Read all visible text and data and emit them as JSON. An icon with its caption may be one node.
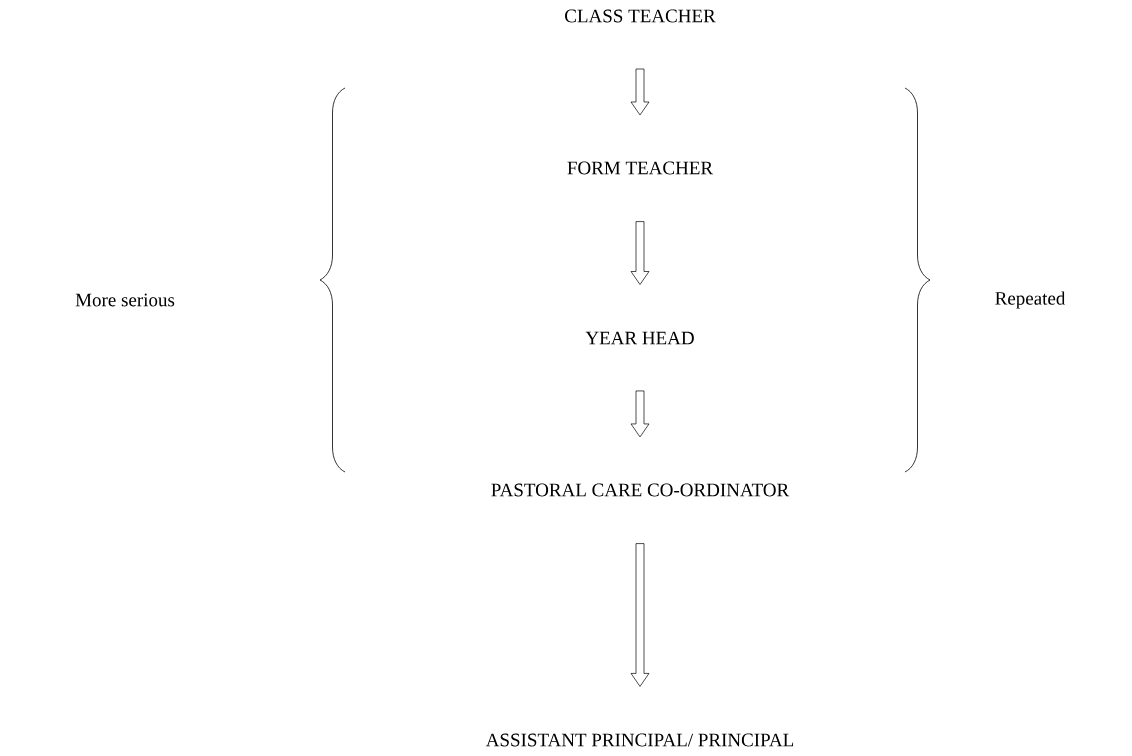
{
  "diagram": {
    "nodes": [
      {
        "text": [
          "CLASS TEACHER"
        ]
      },
      {
        "text": [
          "FORM TEACHER"
        ]
      },
      {
        "text": [
          "YEAR HEAD"
        ]
      },
      {
        "text": [
          "PASTORAL CARE CO-ORDINATOR"
        ]
      },
      {
        "text": [
          "ASSISTANT PRINCIPAL/ PRINCIPAL"
        ]
      }
    ],
    "edges": [
      {
        "from": 0,
        "to": 1,
        "arrow": "to"
      },
      {
        "from": 1,
        "to": 2,
        "arrow": "to"
      },
      {
        "from": 2,
        "to": 3,
        "arrow": "to"
      },
      {
        "from": 3,
        "to": 4,
        "arrow": "to"
      }
    ],
    "labels": [
      "More serious",
      "Repeated"
    ]
  }
}
